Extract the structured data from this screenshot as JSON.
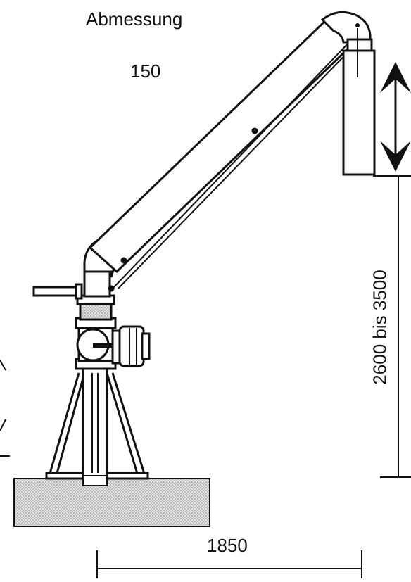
{
  "header": {
    "title": "Abmessung",
    "size_value": "150"
  },
  "dimensions": {
    "reach": "1850",
    "height_range": "2600 bis 3500"
  },
  "colors": {
    "line": "#111111",
    "background": "#ffffff",
    "pad_fill": "#d9d9d9"
  }
}
